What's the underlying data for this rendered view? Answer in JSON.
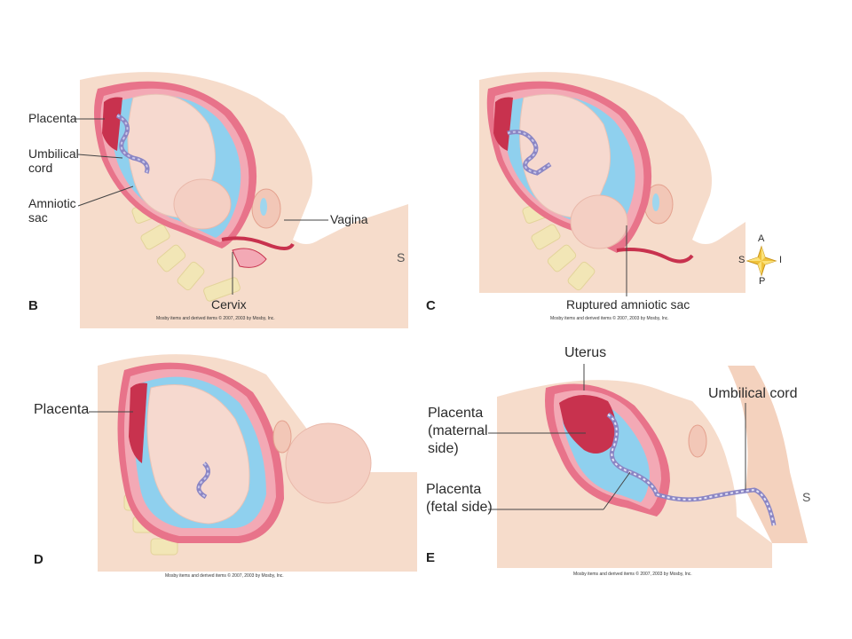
{
  "panels": {
    "B": {
      "letter": "B",
      "labels": {
        "placenta": "Placenta",
        "umbilical_line1": "Umbilical",
        "umbilical_line2": "cord",
        "amniotic_line1": "Amniotic",
        "amniotic_line2": "sac",
        "vagina": "Vagina",
        "cervix": "Cervix"
      },
      "copyright": "Mosby items and derived items © 2007, 2003 by Mosby, Inc."
    },
    "C": {
      "letter": "C",
      "labels": {
        "ruptured": "Ruptured amniotic sac"
      },
      "copyright": "Mosby items and derived items © 2007, 2003 by Mosby, Inc."
    },
    "D": {
      "letter": "D",
      "labels": {
        "placenta": "Placenta"
      },
      "copyright": "Mosby items and derived items © 2007, 2003 by Mosby, Inc."
    },
    "E": {
      "letter": "E",
      "labels": {
        "uterus": "Uterus",
        "umbilical_cord": "Umbilical cord",
        "maternal_line1": "Placenta",
        "maternal_line2": "(maternal",
        "maternal_line3": "side)",
        "fetal_line1": "Placenta",
        "fetal_line2": "(fetal side)"
      },
      "copyright": "Mosby items and derived items © 2007, 2003 by Mosby, Inc."
    }
  },
  "compass": {
    "top": "A",
    "left": "S",
    "right": "I",
    "bottom": "P"
  },
  "side_marks": {
    "b_edge": "S",
    "e_edge": "S"
  },
  "colors": {
    "uterus_wall": "#e8738a",
    "uterus_inner": "#f3a9b5",
    "placenta": "#c8324e",
    "amniotic_fluid": "#8fd0ee",
    "fetus_skin": "#f6d9cf",
    "skin_outer": "#f3d3bd",
    "bone": "#f2e6b6",
    "cord": "#8b86c4"
  }
}
